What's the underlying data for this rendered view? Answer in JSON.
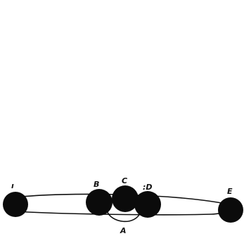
{
  "figure": {
    "labels": {
      "a": "A",
      "b": "B",
      "c": "C",
      "d": ":D",
      "e": "E",
      "f": "ı"
    }
  },
  "colors": {
    "ink": "#0b0b0b",
    "background": "#ffffff"
  }
}
